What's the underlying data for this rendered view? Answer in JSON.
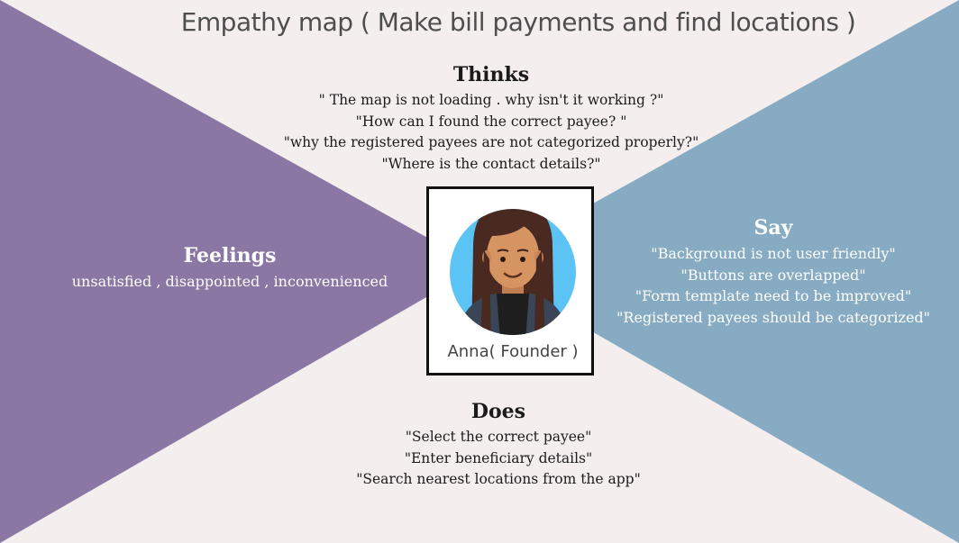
{
  "title": "Empathy map ( Make bill payments and find locations )",
  "colors": {
    "background": "#f4eeef",
    "feelings_fill": "#8b77a3",
    "say_fill": "#87abc2",
    "avatar_bg": "#5bc4f5"
  },
  "thinks": {
    "heading": "Thinks",
    "lines": [
      "\" The map is  not loading . why isn't it working ?\"",
      "\"How can I found the correct payee? \"",
      "\"why the registered payees are not categorized properly?\"",
      "\"Where is the contact details?\""
    ]
  },
  "feelings": {
    "heading": "Feelings",
    "lines": [
      "unsatisfied , disappointed , inconvenienced"
    ]
  },
  "say": {
    "heading": "Say",
    "lines": [
      "\"Background is not user friendly\"",
      "\"Buttons are overlapped\"",
      "\"Form template need to be improved\"",
      "\"Registered payees should be categorized\""
    ]
  },
  "does": {
    "heading": "Does",
    "lines": [
      "\"Select the correct payee\"",
      "\"Enter beneficiary details\"",
      "\"Search nearest locations from the app\""
    ]
  },
  "persona": {
    "name": "Anna( Founder )",
    "avatar_icon": "woman-avatar-icon"
  }
}
